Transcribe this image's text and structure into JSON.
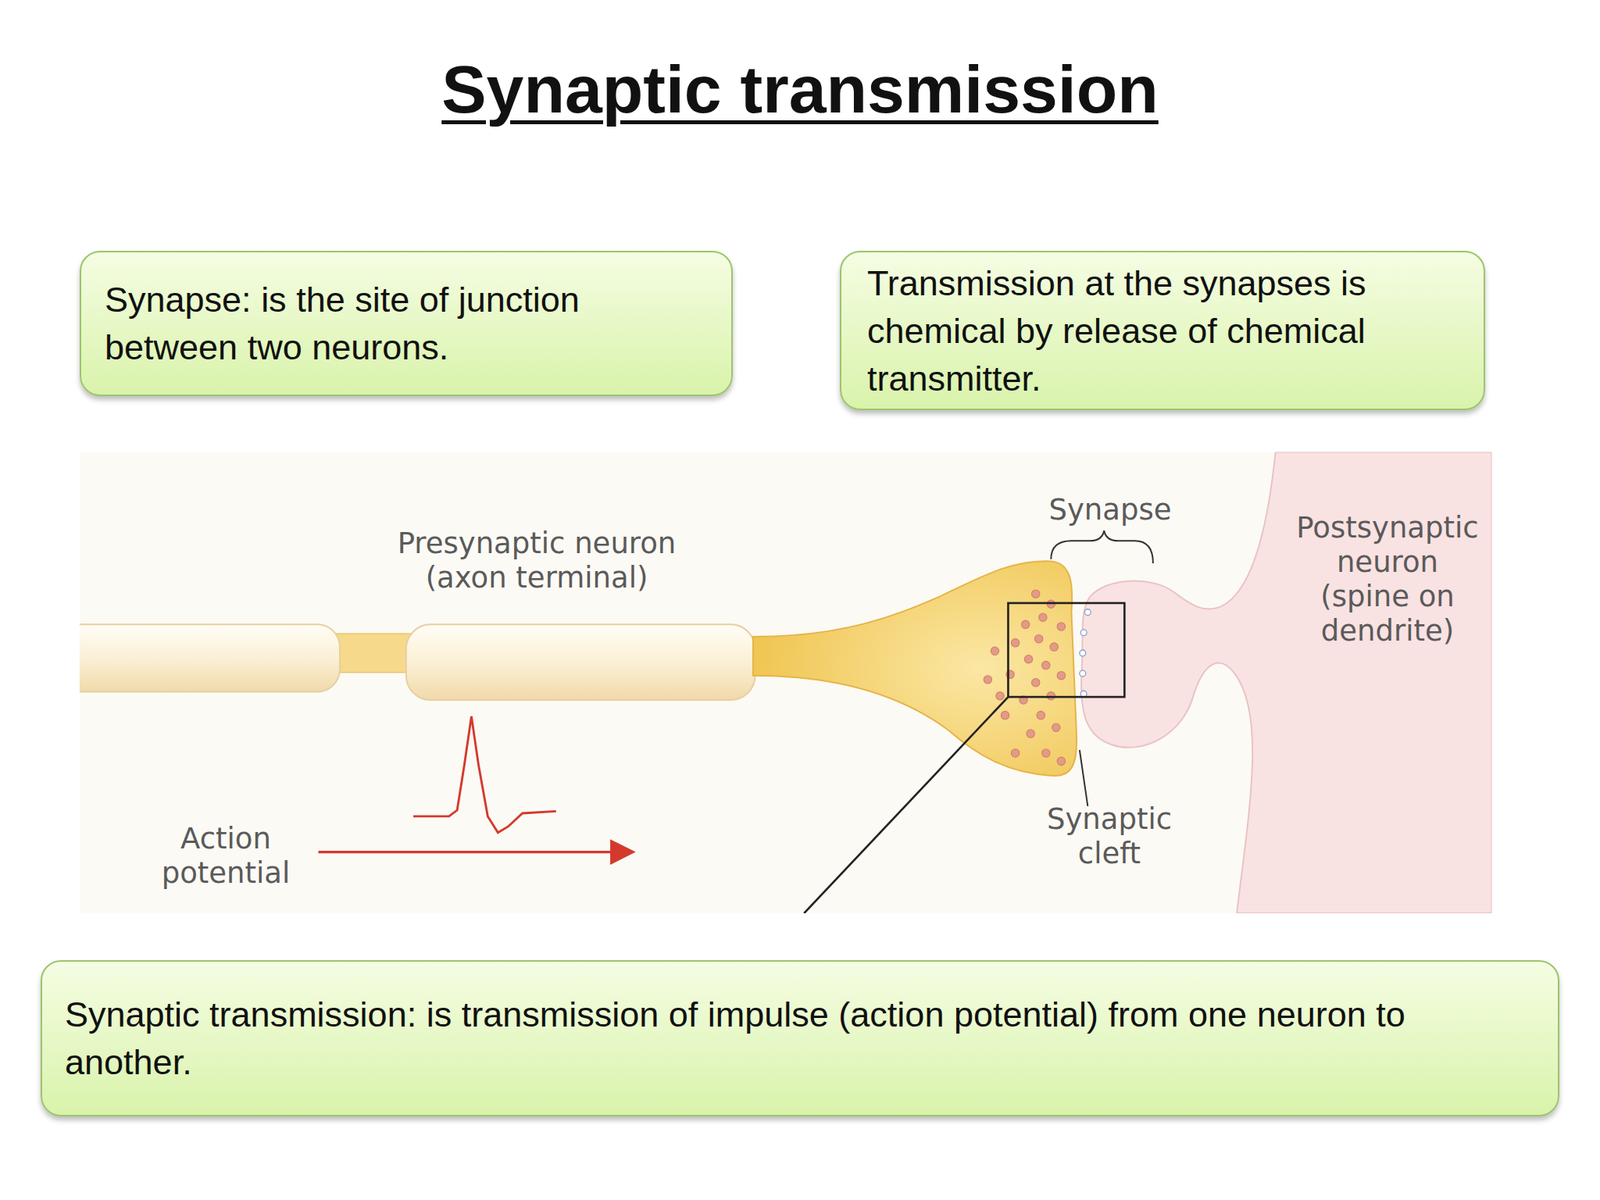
{
  "diagram": {
    "title": "Synaptic transmission",
    "nodes": [
      {
        "text": [
          "Synapse: is the site of junction between two neurons."
        ]
      },
      {
        "text": [
          "Transmission at the synapses is chemical by release of chemical transmitter."
        ]
      },
      {
        "text": [
          "Synaptic transmission: is transmission of impulse (action potential) from one neuron to another."
        ]
      }
    ],
    "labels": [
      "Presynaptic neuron (axon terminal)",
      "Synapse",
      "Postsynaptic neuron (spine on dendrite)",
      "Synaptic cleft",
      "Action potential"
    ]
  }
}
